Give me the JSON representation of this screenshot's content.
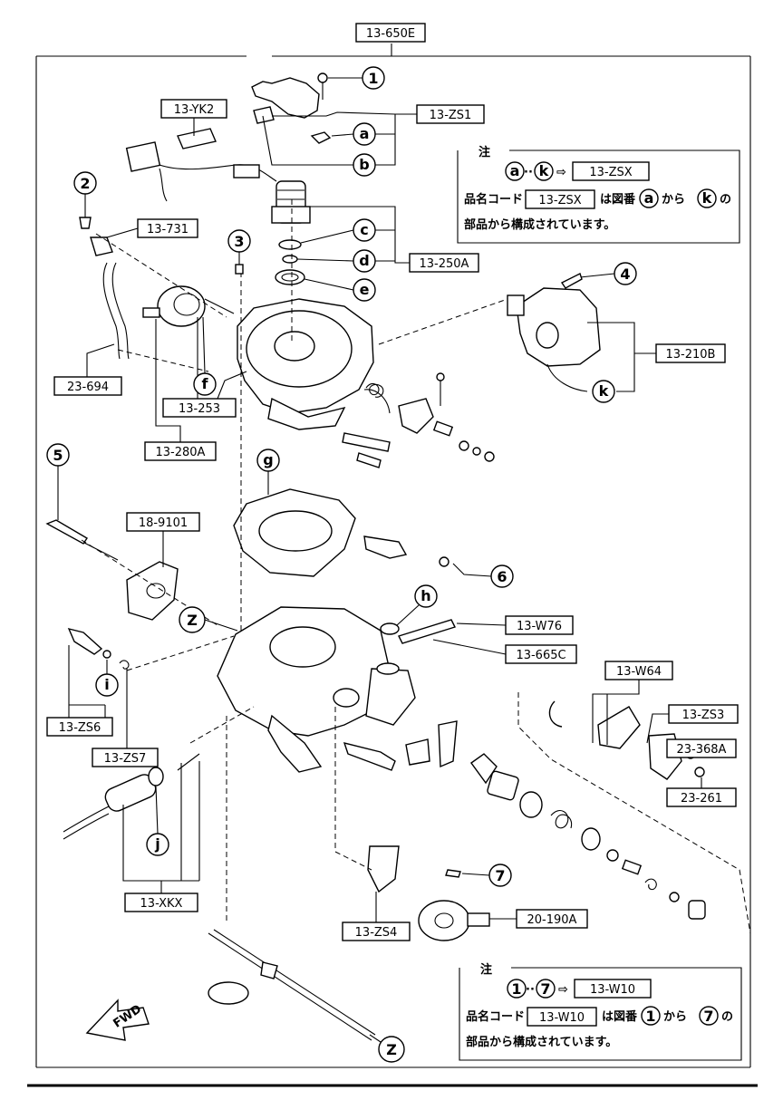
{
  "assembly_code": "13-650E",
  "part_labels": {
    "zs1": "13-ZS1",
    "yk2": "13-YK2",
    "n731": "13-731",
    "n250a": "13-250A",
    "n210b": "13-210B",
    "n694": "23-694",
    "n253": "13-253",
    "n280a": "13-280A",
    "n9101": "18-9101",
    "w76": "13-W76",
    "n665c": "13-665C",
    "w64": "13-W64",
    "zs3": "13-ZS3",
    "n368a": "23-368A",
    "n261": "23-261",
    "zs6": "13-ZS6",
    "zs7": "13-ZS7",
    "xkx": "13-XKX",
    "zs4": "13-ZS4",
    "n190a": "20-190A"
  },
  "callout_numbers": [
    "1",
    "2",
    "3",
    "4",
    "5",
    "6",
    "7"
  ],
  "callout_letters": [
    "a",
    "b",
    "c",
    "d",
    "e",
    "f",
    "g",
    "h",
    "i",
    "j",
    "k"
  ],
  "zone_marker": "Z",
  "fwd_label": "FWD",
  "note_top": {
    "title": "注",
    "range_start": "a",
    "range_end": "k",
    "target_code": "13-ZSX",
    "line2_prefix": "品名コード",
    "line2_code": "13-ZSX",
    "line2_mid": "は図番",
    "line2_from": "a",
    "line2_kara": "から",
    "line2_to": "k",
    "line2_suffix": "の",
    "line3": "部品から構成されています。"
  },
  "note_bottom": {
    "title": "注",
    "range_start": "1",
    "range_end": "7",
    "target_code": "13-W10",
    "line2_prefix": "品名コード",
    "line2_code": "13-W10",
    "line2_mid": "は図番",
    "line2_from": "1",
    "line2_kara": "から",
    "line2_to": "7",
    "line2_suffix": "の",
    "line3": "部品から構成されています。"
  }
}
